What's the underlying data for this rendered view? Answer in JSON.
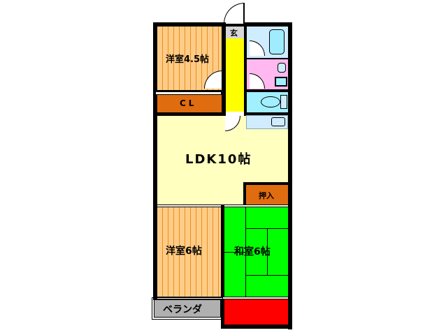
{
  "floor_plan": {
    "rooms": {
      "western_room_1": {
        "label": "洋室4.5帖"
      },
      "closet": {
        "label": "CL"
      },
      "entrance": {
        "label": "玄"
      },
      "ldk": {
        "label": "LDK10帖"
      },
      "storage": {
        "label": "押入"
      },
      "western_room_2": {
        "label": "洋室6帖"
      },
      "japanese_room": {
        "label": "和室6帖"
      },
      "balcony": {
        "label": "ベランダ"
      }
    },
    "colors": {
      "western": "#ffcc88",
      "closet": "#e06c10",
      "corridor": "#ffff00",
      "ldk": "#ffffc0",
      "washroom": "#ffb8f0",
      "bath": "#d0ecff",
      "toilet": "#a0f0ff",
      "tatami": "#00ff00",
      "balcony_gray": "#b0b0b0",
      "balcony_red": "#ff0000"
    }
  }
}
